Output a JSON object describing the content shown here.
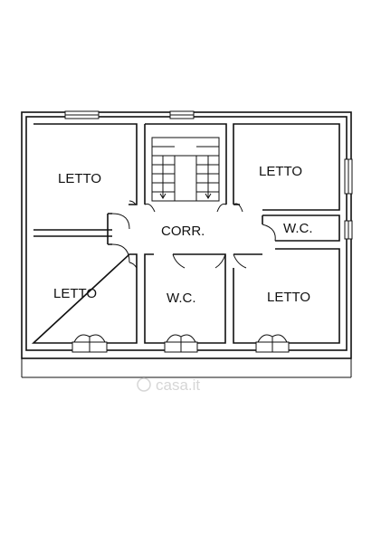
{
  "plan": {
    "rooms": [
      {
        "id": "bedroom-top-left",
        "label": "LETTO"
      },
      {
        "id": "bedroom-top-right",
        "label": "LETTO"
      },
      {
        "id": "corridor",
        "label": "CORR."
      },
      {
        "id": "wc-small",
        "label": "W.C."
      },
      {
        "id": "bedroom-bottom-left",
        "label": "LETTO"
      },
      {
        "id": "wc-center",
        "label": "W.C."
      },
      {
        "id": "bedroom-bottom-right",
        "label": "LETTO"
      }
    ],
    "watermark": "casa.it"
  }
}
